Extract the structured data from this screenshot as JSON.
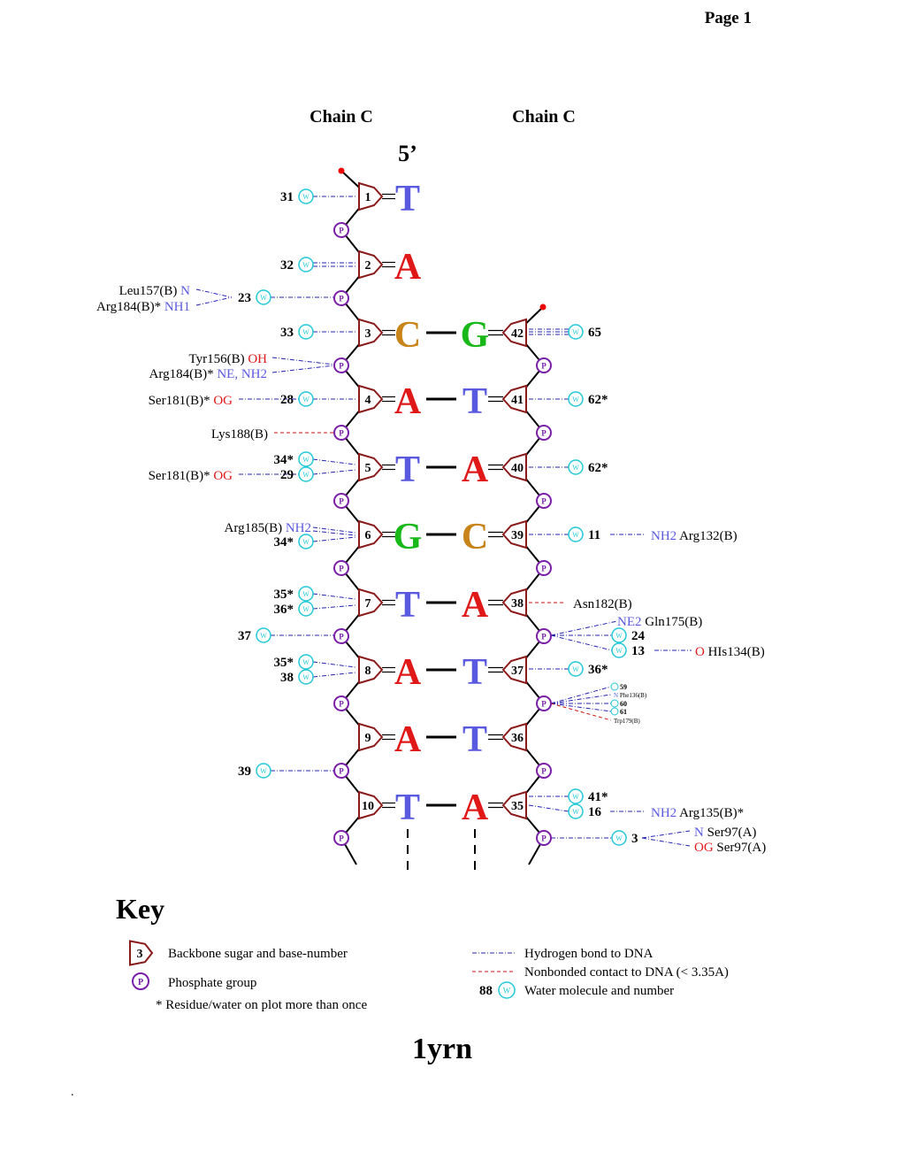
{
  "page": {
    "label": "Page 1"
  },
  "chain_labels": [
    "Chain C",
    "Chain C"
  ],
  "five_prime": "5’",
  "structure_id": "1yrn",
  "corner_dot": ".",
  "colors": {
    "T": "#5a5ae0",
    "A": "#e01818",
    "C": "#c88418",
    "G": "#18b818",
    "backbone": "#000000",
    "sugar": "#8b1a1a",
    "phosphate": "#7a1fa8",
    "water": "#22c8d8",
    "hbond": "#2424b0",
    "nonbonded": "#cc1111",
    "atom_n": "#5a5ae0",
    "atom_o": "#e01818",
    "terminal": "#ee0000"
  },
  "left_strand": [
    {
      "num": "1",
      "base": "T"
    },
    {
      "num": "2",
      "base": "A"
    },
    {
      "num": "3",
      "base": "C"
    },
    {
      "num": "4",
      "base": "A"
    },
    {
      "num": "5",
      "base": "T"
    },
    {
      "num": "6",
      "base": "G"
    },
    {
      "num": "7",
      "base": "T"
    },
    {
      "num": "8",
      "base": "A"
    },
    {
      "num": "9",
      "base": "A"
    },
    {
      "num": "10",
      "base": "T"
    }
  ],
  "right_strand": [
    {
      "num": "42",
      "base": "G"
    },
    {
      "num": "41",
      "base": "T"
    },
    {
      "num": "40",
      "base": "A"
    },
    {
      "num": "39",
      "base": "C"
    },
    {
      "num": "38",
      "base": "A"
    },
    {
      "num": "37",
      "base": "T"
    },
    {
      "num": "36",
      "base": "T"
    },
    {
      "num": "35",
      "base": "A"
    }
  ],
  "phosphate_symbol": "P",
  "water_symbol": "W",
  "waters_left": [
    "31",
    "32",
    "23",
    "33",
    "28",
    "34*",
    "29",
    "34*",
    "35*",
    "36*",
    "37",
    "35*",
    "38",
    "39"
  ],
  "waters_right": [
    "65",
    "62*",
    "62*",
    "11",
    "24",
    "13",
    "36*",
    "59",
    "60",
    "61",
    "41*",
    "16",
    "3"
  ],
  "residues_left": [
    {
      "name": "Leu157(B)",
      "atom": "N",
      "atom_type": "N"
    },
    {
      "name": "Arg184(B)*",
      "atom": "NH1",
      "atom_type": "N"
    },
    {
      "name": "Tyr156(B)",
      "atom": "OH",
      "atom_type": "O"
    },
    {
      "name": "Arg184(B)*",
      "atom": "NE, NH2",
      "atom_type": "N"
    },
    {
      "name": "Ser181(B)*",
      "atom": "OG",
      "atom_type": "O"
    },
    {
      "name": "Lys188(B)",
      "atom": "",
      "atom_type": ""
    },
    {
      "name": "Ser181(B)*",
      "atom": "OG",
      "atom_type": "O"
    },
    {
      "name": "Arg185(B)",
      "atom": "NH2",
      "atom_type": "N"
    }
  ],
  "residues_right": [
    {
      "name": "Arg132(B)",
      "atom": "NH2",
      "atom_type": "N"
    },
    {
      "name": "Asn182(B)",
      "atom": "",
      "atom_type": ""
    },
    {
      "name": "Gln175(B)",
      "atom": "NE2",
      "atom_type": "N"
    },
    {
      "name": "HIs134(B)",
      "atom": "O",
      "atom_type": "O"
    },
    {
      "name": "Phe136(B)",
      "atom": "N",
      "atom_type": "N"
    },
    {
      "name": "Trp179(B)",
      "atom": "",
      "atom_type": ""
    },
    {
      "name": "Arg135(B)*",
      "atom": "NH2",
      "atom_type": "N"
    },
    {
      "name": "Ser97(A)",
      "atom": "N",
      "atom_type": "N"
    },
    {
      "name": "Ser97(A)",
      "atom": "OG",
      "atom_type": "O"
    }
  ],
  "key": {
    "title": "Key",
    "sugar_example": "3",
    "sugar_label": "Backbone sugar and base-number",
    "phosphate_label": "Phosphate group",
    "repeat_note": "* Residue/water on plot more than once",
    "hbond_label": "Hydrogen bond to DNA",
    "nonbonded_label": "Nonbonded contact to DNA (< 3.35A)",
    "water_example": "88",
    "water_label": "Water molecule and number"
  }
}
